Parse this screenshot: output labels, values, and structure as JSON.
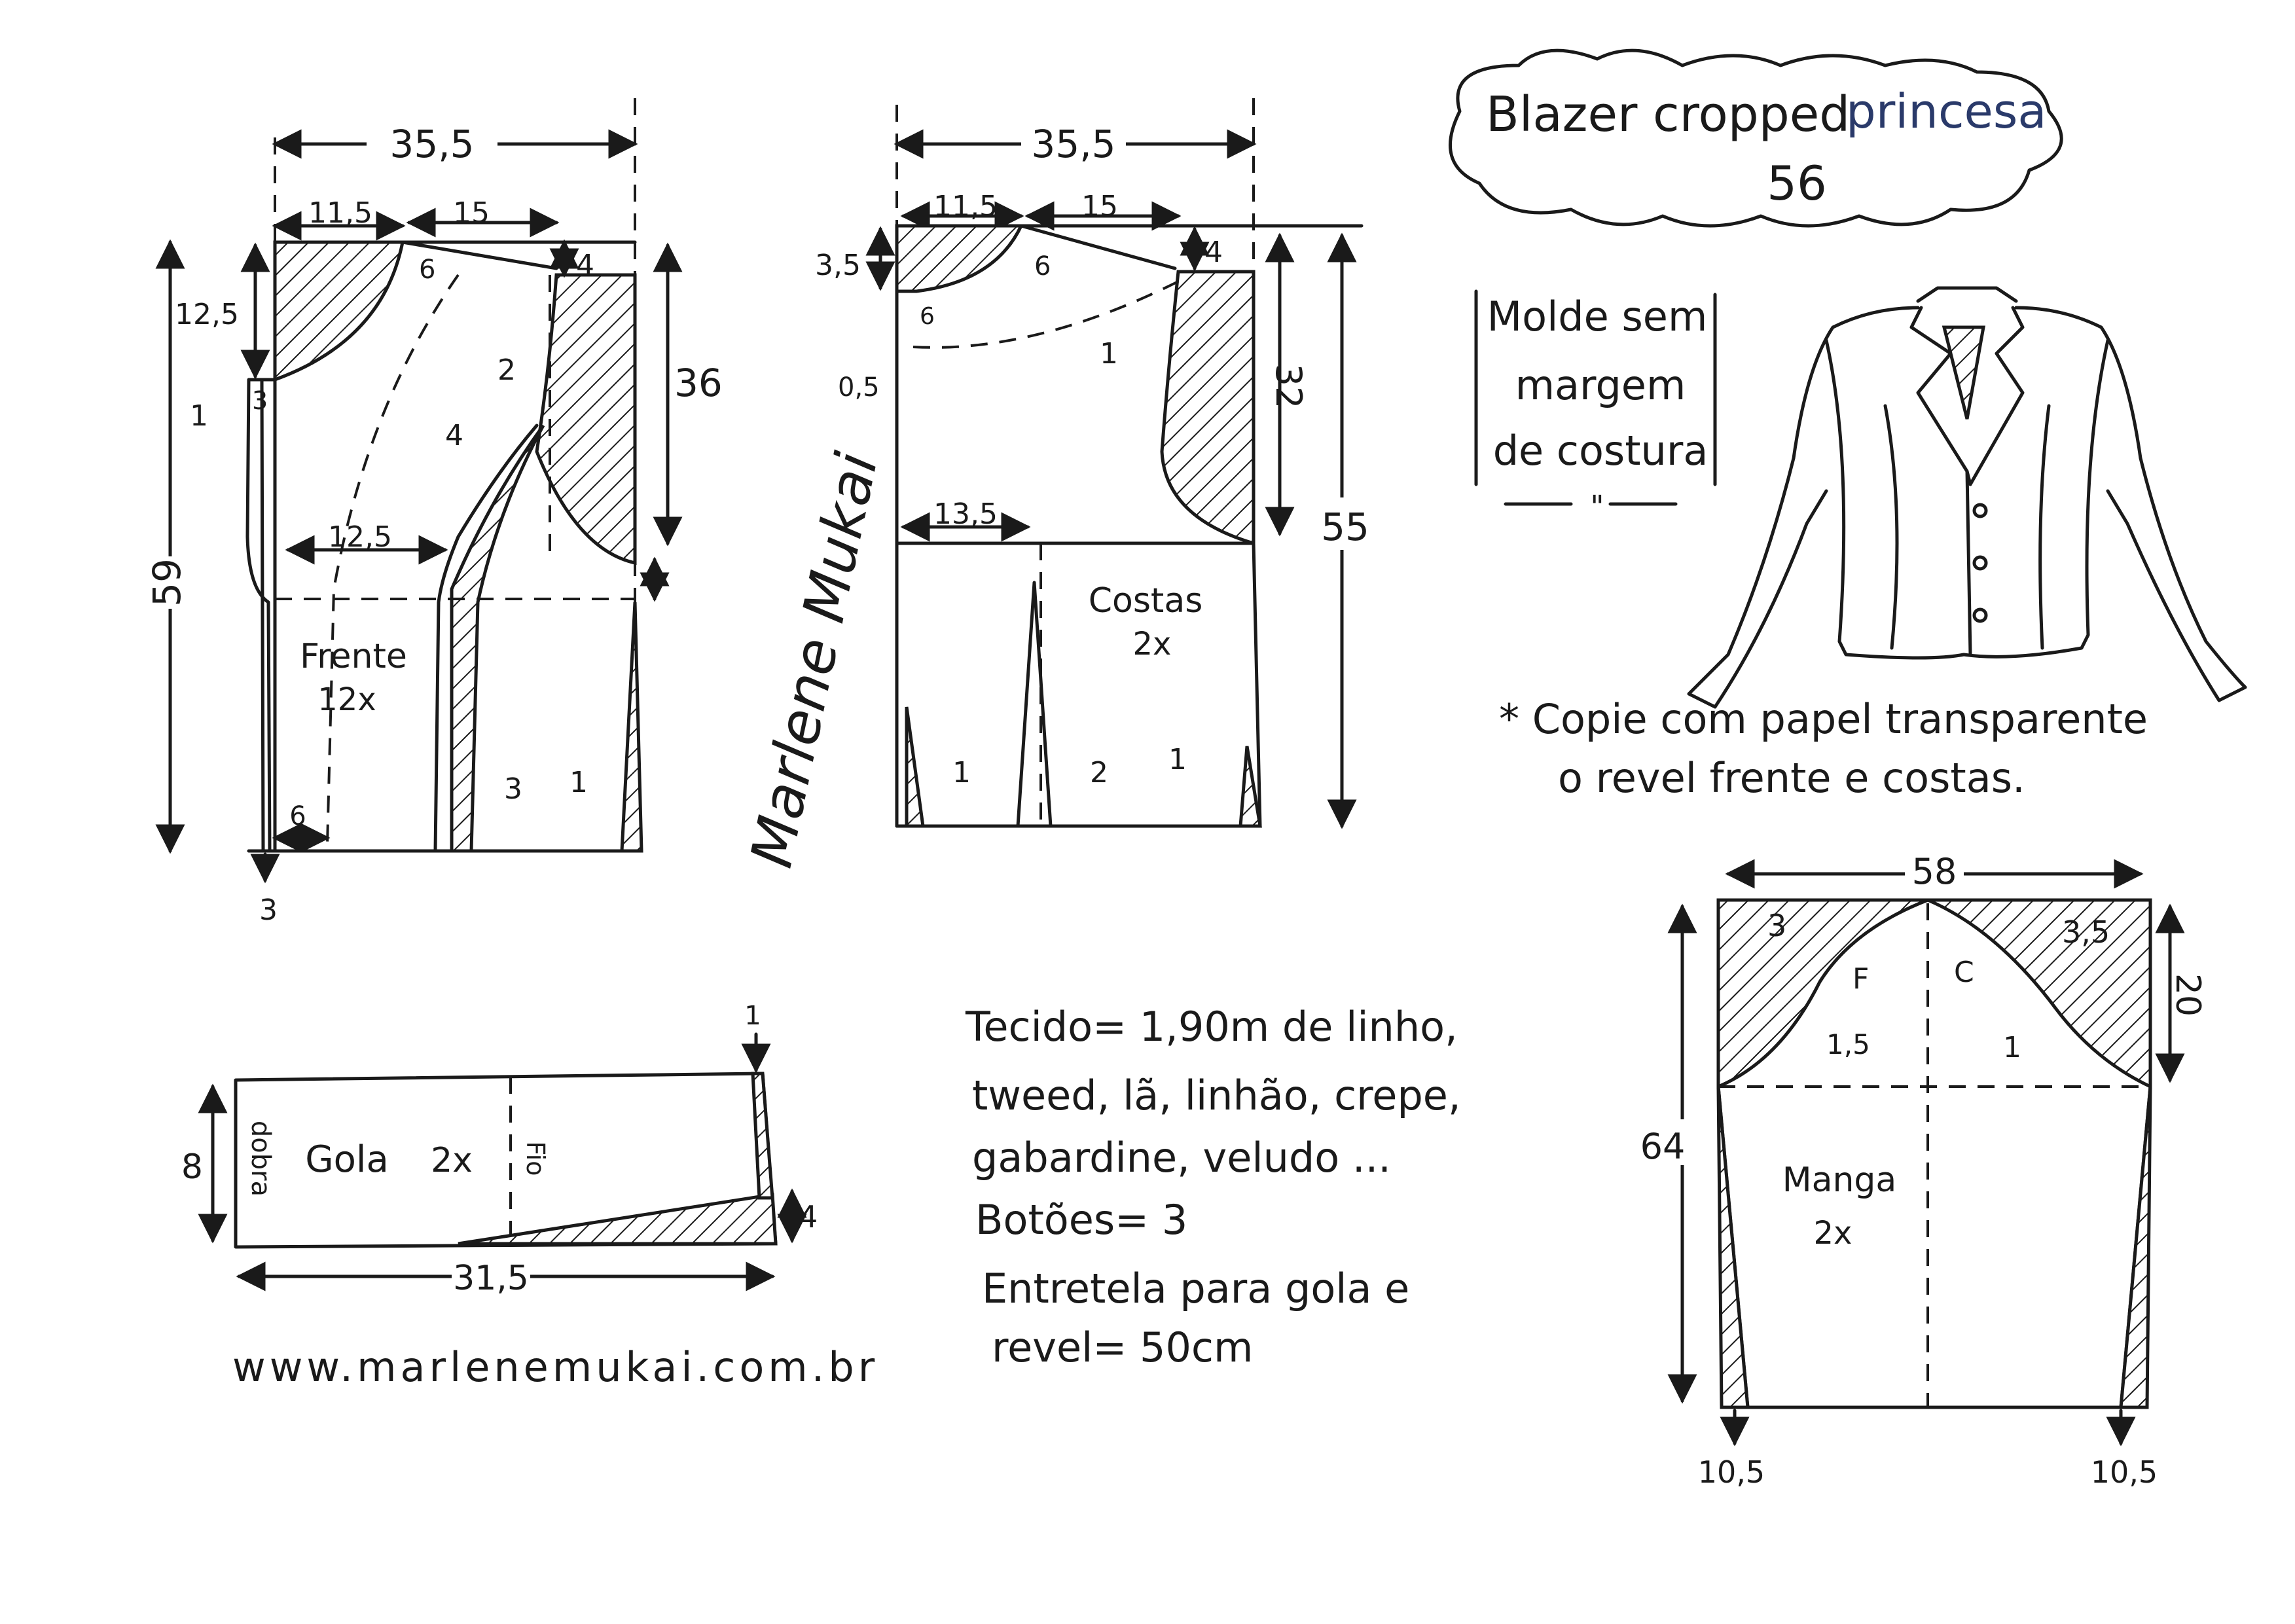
{
  "title": {
    "line1": "Blazer cropped",
    "accent": "princesa",
    "size": "56"
  },
  "note_box": {
    "line1": "Molde sem",
    "line2": "margem",
    "line3": "de costura",
    "ditto": "\""
  },
  "copy_note": {
    "line1": "* Copie com papel transparente",
    "line2": "o revel frente e costas."
  },
  "materials": {
    "line1": "Tecido= 1,90m de linho,",
    "line2": "tweed, lã, linhão, crepe,",
    "line3": "gabardine, veludo ...",
    "line4": "Botões= 3",
    "line5": "Entretela para gola e",
    "line6": "revel= 50cm"
  },
  "website": "www.marlenemukai.com.br",
  "signature": "Marlene Mukai",
  "front": {
    "label": "Frente",
    "count": "12x",
    "width": "35,5",
    "neck_w": "11,5",
    "shoulder_w": "15",
    "neck_depth": "12,5",
    "shoulder_drop": "4",
    "side_h": "36",
    "total_h": "59",
    "waist_w": "12,5",
    "hem_ext": "6",
    "dart_2": "2",
    "dart_4": "4",
    "mark_1": "1",
    "mark_3a": "3",
    "mark_3b": "3",
    "mark_3c": "3",
    "mark_1b": "1",
    "mark_6": "6"
  },
  "back": {
    "label": "Costas",
    "count": "2x",
    "width": "35,5",
    "neck_w": "11,5",
    "shoulder_w": "15",
    "neck_depth": "3,5",
    "shoulder_drop": "4",
    "armhole_h": "32",
    "total_h": "55",
    "waist_w": "13,5",
    "offset": "0,5",
    "mark_6a": "6",
    "mark_6b": "6",
    "mark_1a": "1",
    "mark_1b": "1",
    "mark_2": "2",
    "mark_1c": "1"
  },
  "collar": {
    "label": "Gola",
    "count": "2x",
    "fold": "dobra",
    "grain": "Fio",
    "height": "8",
    "length": "31,5",
    "tip": "4",
    "top_mark": "1"
  },
  "sleeve": {
    "label": "Manga",
    "count": "2x",
    "width": "58",
    "cap_h": "20",
    "total_h": "64",
    "front_mark": "F",
    "back_mark": "C",
    "mark_3": "3",
    "mark_35": "3,5",
    "mark_15": "1,5",
    "mark_1": "1",
    "cuff_left": "10,5",
    "cuff_right": "10,5"
  }
}
